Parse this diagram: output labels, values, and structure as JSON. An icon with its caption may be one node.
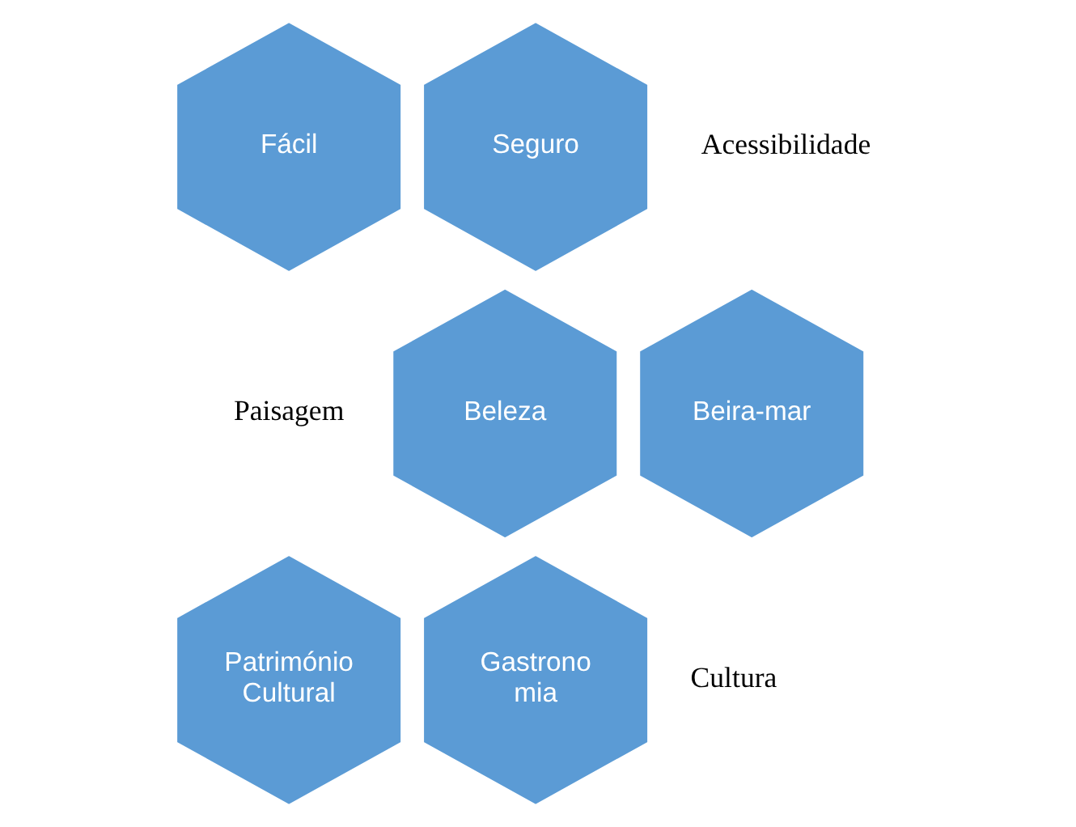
{
  "diagram": {
    "nodes": [
      {
        "text": [
          "Fácil"
        ]
      },
      {
        "text": [
          "Seguro"
        ]
      },
      {
        "text": [
          "Beleza"
        ]
      },
      {
        "text": [
          "Beira-mar"
        ]
      },
      {
        "text": [
          "Património Cultural"
        ]
      },
      {
        "text": [
          "Gastrono mia"
        ]
      }
    ],
    "labels": [
      "Acessibilidade",
      "Paisagem",
      "Cultura"
    ]
  }
}
